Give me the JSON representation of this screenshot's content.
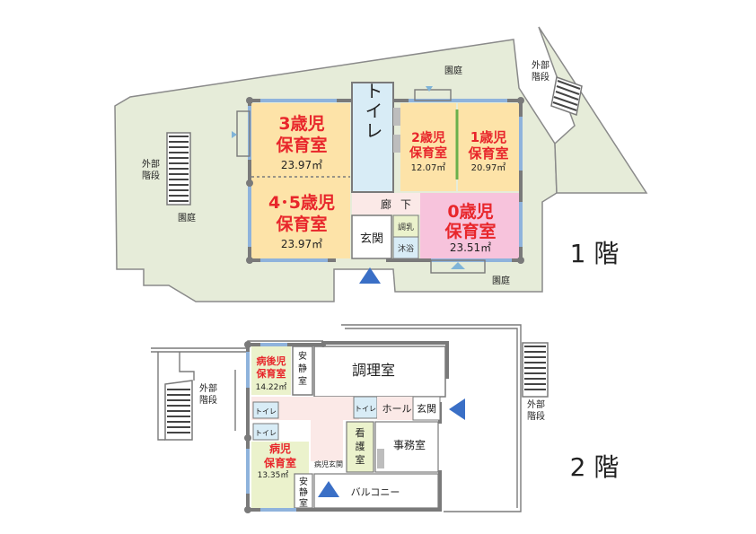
{
  "floor1": {
    "label": "1 階",
    "rooms": {
      "age3": {
        "name1": "3歳児",
        "name2": "保育室",
        "area": "23.97㎡"
      },
      "age45": {
        "name1": "4･5歳児",
        "name2": "保育室",
        "area": "23.97㎡"
      },
      "toilet": {
        "name": "トイレ"
      },
      "age2": {
        "name1": "2歳児",
        "name2": "保育室",
        "area": "12.07㎡"
      },
      "age1": {
        "name1": "1歳児",
        "name2": "保育室",
        "area": "20.97㎡"
      },
      "age0": {
        "name1": "0歳児",
        "name2": "保育室",
        "area": "23.51㎡"
      },
      "corridor": {
        "name1": "廊",
        "name2": "下"
      },
      "entrance": {
        "name": "玄関"
      },
      "milk": {
        "name": "調乳"
      },
      "bath": {
        "name": "沐浴"
      }
    },
    "garden_top": "園庭",
    "garden_left": "園庭",
    "garden_bottom": "園庭",
    "stairs_left": {
      "l1": "外部",
      "l2": "階段"
    },
    "stairs_right": {
      "l1": "外部",
      "l2": "階段"
    }
  },
  "floor2": {
    "label": "2 階",
    "rooms": {
      "sick_after": {
        "name1": "病後児",
        "name2": "保育室",
        "area": "14.22㎡"
      },
      "rest_top": {
        "c1": "安",
        "c2": "静",
        "c3": "室"
      },
      "kitchen": {
        "name": "調理室"
      },
      "toilet_a": {
        "name": "トイレ"
      },
      "toilet_b": {
        "name": "トイレ"
      },
      "toilet_c": {
        "name": "トイレ"
      },
      "hall": {
        "name": "ホール"
      },
      "entrance": {
        "name": "玄関"
      },
      "sick": {
        "name1": "病児",
        "name2": "保育室",
        "area": "13.35㎡"
      },
      "sick_entrance": {
        "name": "病児玄関"
      },
      "nursing": {
        "c1": "看",
        "c2": "護",
        "c3": "室"
      },
      "office": {
        "name": "事務室"
      },
      "rest_bottom": {
        "c1": "安",
        "c2": "静",
        "c3": "室"
      },
      "balcony": {
        "name": "バルコニー"
      }
    },
    "stairs_left": {
      "l1": "外部",
      "l2": "階段"
    },
    "stairs_right": {
      "l1": "外部",
      "l2": "階段"
    }
  },
  "colors": {
    "age3": "#fde3a8",
    "age45": "#fde3a8",
    "age0": "#f7c3dc",
    "toilet": "#d8ecf6",
    "garden": "#e6ecd9",
    "sick": "#ebf2cc",
    "corridor": "#fbe9e7",
    "marker": "#3a6fc6",
    "room_text": "#e8262b"
  }
}
